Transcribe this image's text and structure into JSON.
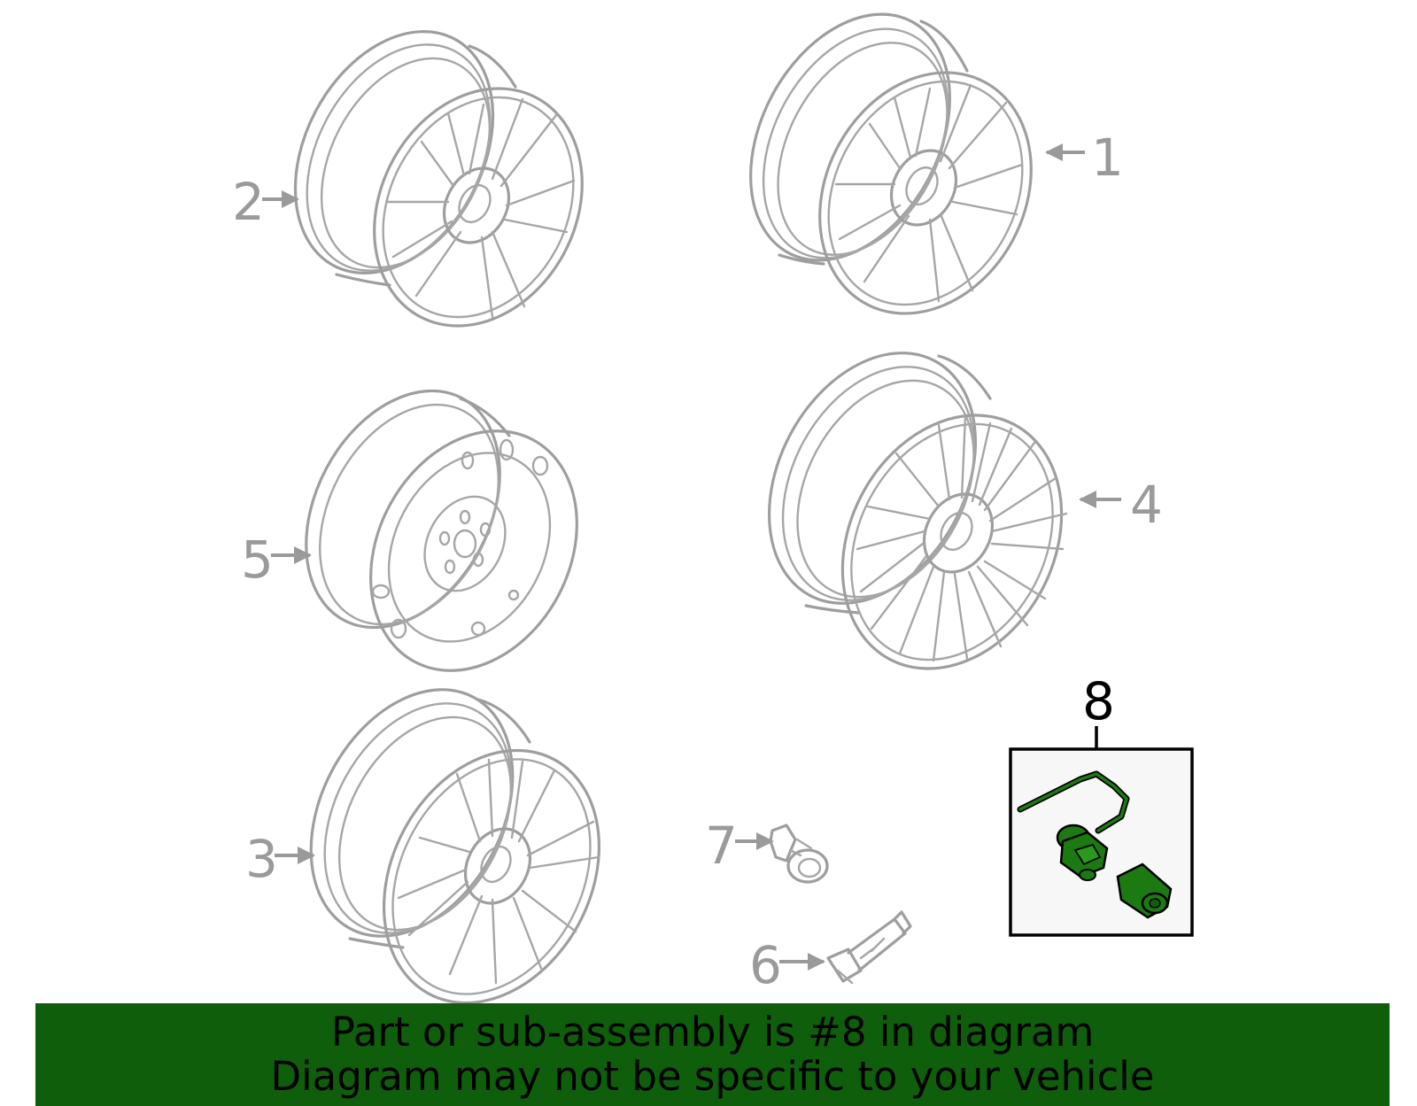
{
  "callouts": {
    "c1": "1",
    "c2": "2",
    "c3": "3",
    "c4": "4",
    "c5": "5",
    "c6": "6",
    "c7": "7",
    "c8": "8"
  },
  "banner": {
    "line1": "Part or sub-assembly is #8 in diagram",
    "line2": "Diagram may not be specific to your vehicle"
  },
  "colors": {
    "banner_background": "#0f5e0b",
    "highlight_part": "#1d7a12",
    "part_outline": "#9e9e9e",
    "callout_text": "#9a9a9a"
  },
  "icons": [
    "wheel-icon",
    "spare-wheel-icon",
    "lug-nut-icon",
    "tpms-valve-stem-icon",
    "valve-stem-kit-icon"
  ]
}
